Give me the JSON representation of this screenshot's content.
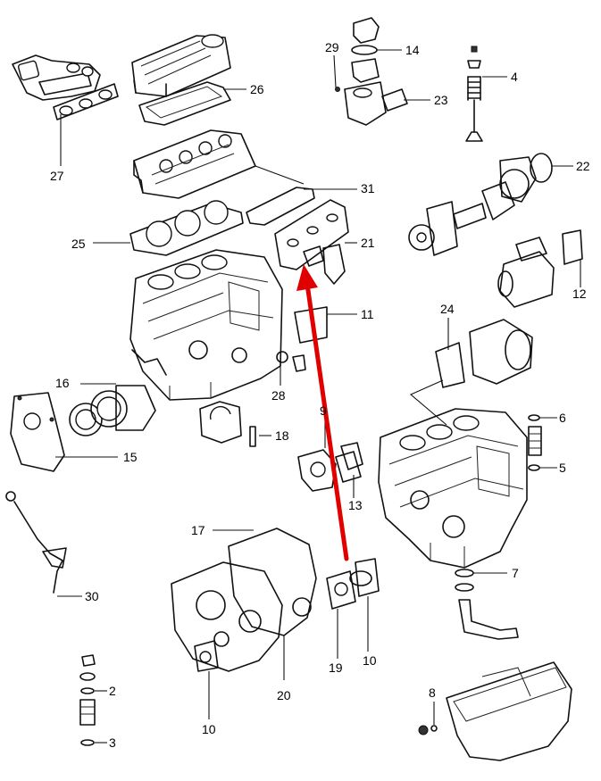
{
  "callouts": [
    {
      "id": "27",
      "label": "27"
    },
    {
      "id": "26",
      "label": "26"
    },
    {
      "id": "29",
      "label": "29"
    },
    {
      "id": "14",
      "label": "14"
    },
    {
      "id": "23",
      "label": "23"
    },
    {
      "id": "4",
      "label": "4"
    },
    {
      "id": "22",
      "label": "22"
    },
    {
      "id": "31",
      "label": "31"
    },
    {
      "id": "25",
      "label": "25"
    },
    {
      "id": "21",
      "label": "21"
    },
    {
      "id": "12",
      "label": "12"
    },
    {
      "id": "11",
      "label": "11"
    },
    {
      "id": "24",
      "label": "24"
    },
    {
      "id": "28",
      "label": "28"
    },
    {
      "id": "16",
      "label": "16"
    },
    {
      "id": "9",
      "label": "9"
    },
    {
      "id": "6",
      "label": "6"
    },
    {
      "id": "18",
      "label": "18"
    },
    {
      "id": "15",
      "label": "15"
    },
    {
      "id": "5",
      "label": "5"
    },
    {
      "id": "13",
      "label": "13"
    },
    {
      "id": "17",
      "label": "17"
    },
    {
      "id": "7",
      "label": "7"
    },
    {
      "id": "30",
      "label": "30"
    },
    {
      "id": "10a",
      "label": "10"
    },
    {
      "id": "19",
      "label": "19"
    },
    {
      "id": "2",
      "label": "2"
    },
    {
      "id": "20",
      "label": "20"
    },
    {
      "id": "8",
      "label": "8"
    },
    {
      "id": "3",
      "label": "3"
    },
    {
      "id": "10b",
      "label": "10"
    }
  ],
  "colors": {
    "line": "#111111",
    "highlight_arrow": "#e00000",
    "background": "#ffffff"
  }
}
